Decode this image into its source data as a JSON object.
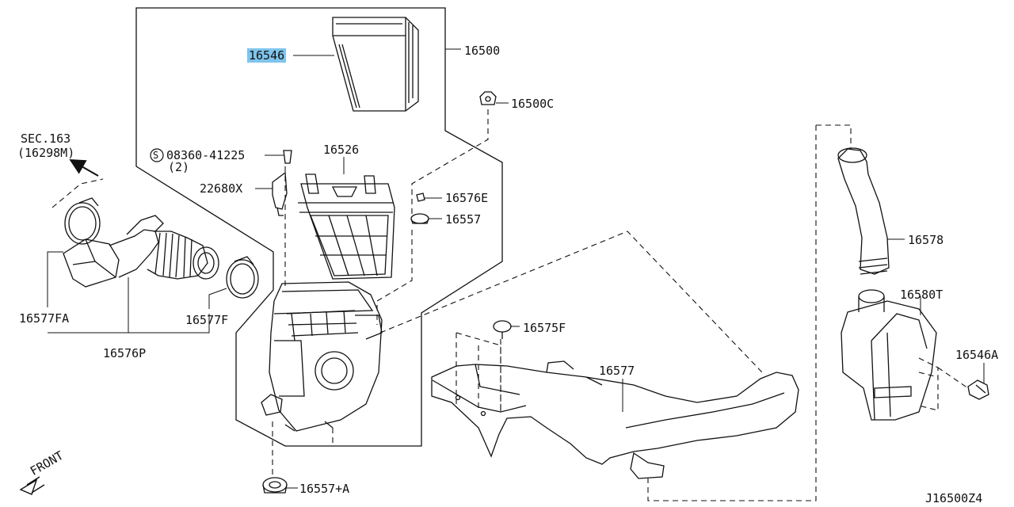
{
  "diagram_id": "J16500Z4",
  "highlight_color": "#7fc4ec",
  "front_label": "FRONT",
  "section_ref": {
    "line1": "SEC.163",
    "line2": "(16298M)"
  },
  "bolt_ref": {
    "symbol": "S",
    "part": "08360-41225",
    "qty": "(2)"
  },
  "parts": {
    "p16546": "16546",
    "p16500": "16500",
    "p16500C": "16500C",
    "p16526": "16526",
    "p22680X": "22680X",
    "p16576E": "16576E",
    "p16557": "16557",
    "p16577FA": "16577FA",
    "p16576P": "16576P",
    "p16577F": "16577F",
    "p16575F": "16575F",
    "p16577": "16577",
    "p16578": "16578",
    "p16580T": "16580T",
    "p16546A": "16546A",
    "p16557A": "16557+A"
  }
}
